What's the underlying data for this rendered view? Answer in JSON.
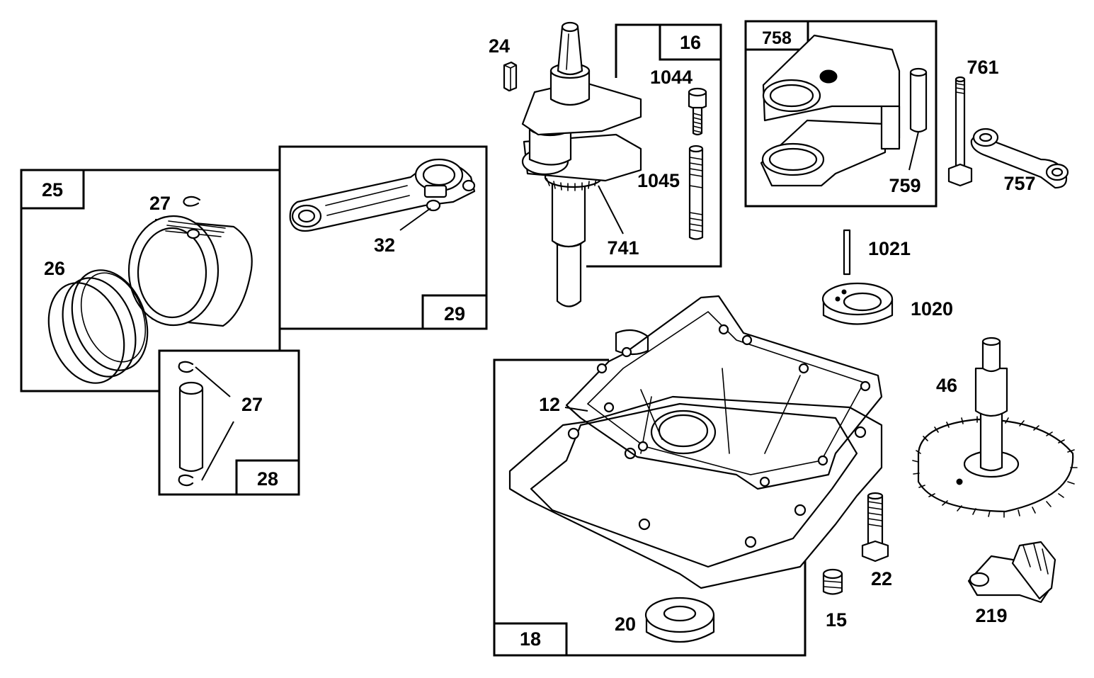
{
  "labels": {
    "l16": "16",
    "l758": "758",
    "l25": "25",
    "l29": "29",
    "l28": "28",
    "l18": "18",
    "l24": "24",
    "l1044": "1044",
    "l1045": "1045",
    "l741": "741",
    "l761": "761",
    "l759": "759",
    "l757": "757",
    "l1021": "1021",
    "l1020": "1020",
    "l27a": "27",
    "l26": "26",
    "l32": "32",
    "l27b": "27",
    "l12": "12",
    "l46": "46",
    "l22": "22",
    "l20": "20",
    "l15": "15",
    "l219": "219"
  }
}
